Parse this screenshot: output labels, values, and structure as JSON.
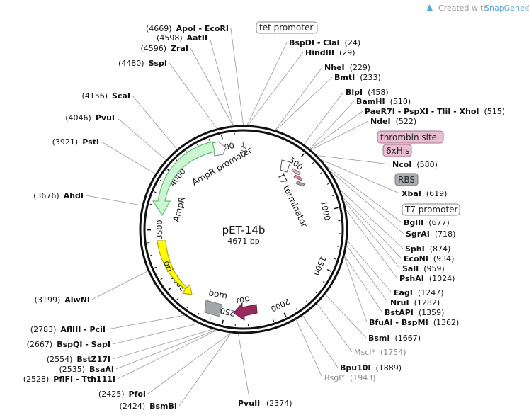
{
  "header": {
    "credit_prefix": "Created with",
    "credit_brand": "SnapGene®"
  },
  "plasmid": {
    "name": "pET-14b",
    "length": "4671 bp"
  },
  "ruler": [
    "500",
    "1000",
    "1500",
    "2000",
    "2500",
    "3000",
    "3500",
    "4000",
    "4500"
  ],
  "features": {
    "ampr_promoter": "AmpR promoter",
    "ampr": "AmpR",
    "ori": "ori",
    "bom": "bom",
    "rop": "rop",
    "t7_terminator": "T7 terminator"
  },
  "left_sites": [
    {
      "pos": "(4669)",
      "name": "ApoI - EcoRI"
    },
    {
      "pos": "(4598)",
      "name": "AatII"
    },
    {
      "pos": "(4596)",
      "name": "ZraI"
    },
    {
      "pos": "(4480)",
      "name": "SspI"
    },
    {
      "pos": "(4156)",
      "name": "ScaI"
    },
    {
      "pos": "(4046)",
      "name": "PvuI"
    },
    {
      "pos": "(3921)",
      "name": "PstI"
    },
    {
      "pos": "(3676)",
      "name": "AhdI"
    },
    {
      "pos": "(3199)",
      "name": "AlwNI"
    },
    {
      "pos": "(2783)",
      "name": "AflIII - PciI"
    },
    {
      "pos": "(2667)",
      "name": "BspQI - SapI"
    },
    {
      "pos": "(2554)",
      "name": "BstZ17I"
    },
    {
      "pos": "(2535)",
      "name": "BsaAI"
    },
    {
      "pos": "(2528)",
      "name": "PflFI - Tth111I"
    },
    {
      "pos": "(2425)",
      "name": "PfoI"
    },
    {
      "pos": "(2424)",
      "name": "BsmBI"
    }
  ],
  "bottom_site": {
    "name": "PvuII",
    "pos": "(2374)"
  },
  "right_sites": [
    {
      "name": "BspDI - ClaI",
      "pos": "(24)"
    },
    {
      "name": "HindIII",
      "pos": "(29)"
    },
    {
      "name": "NheI",
      "pos": "(229)"
    },
    {
      "name": "BmtI",
      "pos": "(233)"
    },
    {
      "name": "BlpI",
      "pos": "(458)"
    },
    {
      "name": "BamHI",
      "pos": "(510)"
    },
    {
      "name": "PaeR7I - PspXI - TliI - XhoI",
      "pos": "(515)"
    },
    {
      "name": "NdeI",
      "pos": "(522)"
    },
    {
      "name": "NcoI",
      "pos": "(580)"
    },
    {
      "name": "XbaI",
      "pos": "(619)"
    },
    {
      "name": "BglII",
      "pos": "(677)"
    },
    {
      "name": "SgrAI",
      "pos": "(718)"
    },
    {
      "name": "SphI",
      "pos": "(874)"
    },
    {
      "name": "EcoNI",
      "pos": "(934)"
    },
    {
      "name": "SalI",
      "pos": "(959)"
    },
    {
      "name": "PshAI",
      "pos": "(1024)"
    },
    {
      "name": "EagI",
      "pos": "(1247)"
    },
    {
      "name": "NruI",
      "pos": "(1282)"
    },
    {
      "name": "BstAPI",
      "pos": "(1359)"
    },
    {
      "name": "BfuAI - BspMI",
      "pos": "(1362)"
    },
    {
      "name": "BsmI",
      "pos": "(1667)"
    },
    {
      "name": "MscI*",
      "pos": "(1754)"
    },
    {
      "name": "Bpu10I",
      "pos": "(1889)"
    },
    {
      "name": "BsgI*",
      "pos": "(1943)"
    }
  ],
  "boxed_labels": {
    "tet_promoter": "tet promoter",
    "thrombin_site": "thrombin site",
    "his_tag": "6xHis",
    "rbs": "RBS",
    "t7_promoter": "T7 promoter"
  },
  "colors": {
    "ampr_fill": "#ccf5d2",
    "ampr_stroke": "#5fbf74",
    "ori_fill": "#ffff00",
    "ori_stroke": "#b3a600",
    "bom_fill": "#a0a6ab",
    "rop_fill": "#992a5d",
    "pink_box": "#e8bfd0",
    "grey_box": "#a9aeb2",
    "brand_blue": "#5aa9d6"
  }
}
